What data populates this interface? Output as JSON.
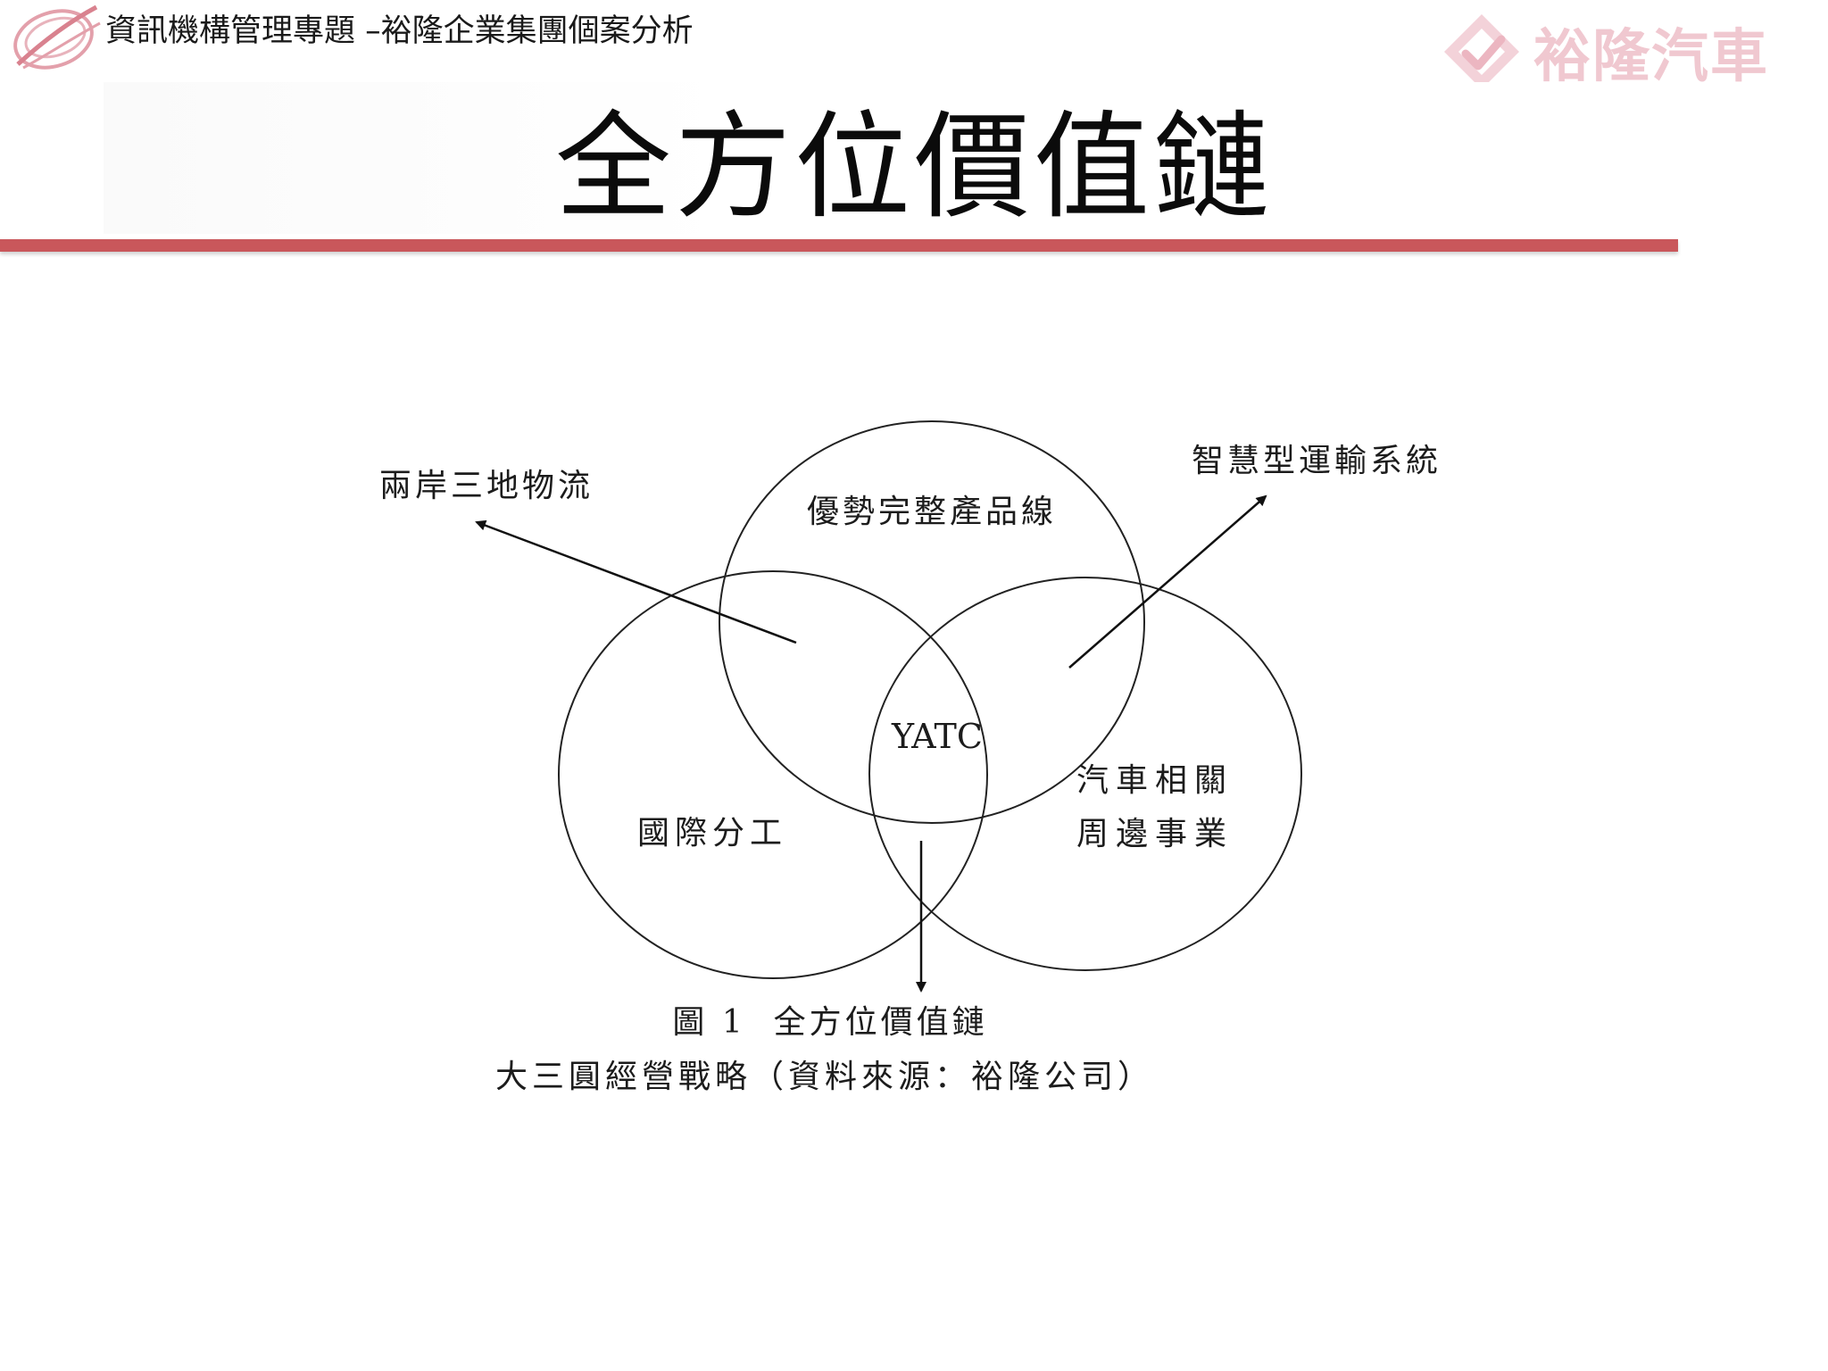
{
  "header": {
    "subtitle": "資訊機構管理專題 –裕隆企業集團個案分析",
    "brand_name": "裕隆汽車",
    "logo_icon": "orbit-swoosh-logo-icon",
    "brand_icon": "diamond-check-logo-icon",
    "colors": {
      "logo": "#d9828f",
      "brand": "#f0c0ca",
      "accent_bar": "#c9575b"
    }
  },
  "slide": {
    "title": "全方位價值鏈"
  },
  "diagram": {
    "type": "venn-three-circles",
    "circles": {
      "top": "優勢完整產品線",
      "left": "國際分工",
      "right_line1": "汽車相關",
      "right_line2": "周邊事業"
    },
    "center": "YATC",
    "arrows": {
      "left": "兩岸三地物流",
      "right": "智慧型運輸系統"
    },
    "caption": {
      "line1": "圖 1  全方位價值鏈",
      "line2": "大三圓經營戰略（資料來源：裕隆公司）"
    }
  }
}
